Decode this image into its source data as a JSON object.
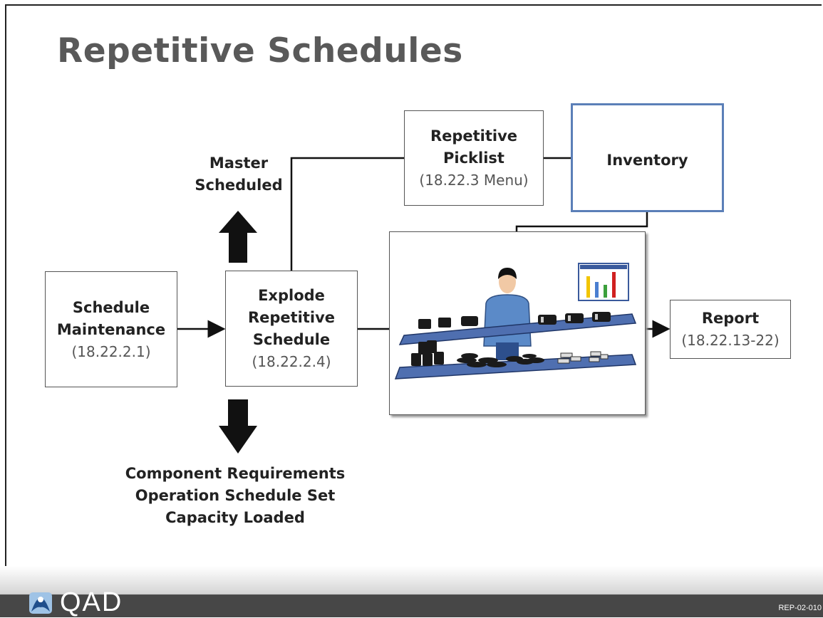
{
  "title": "Repetitive Schedules",
  "boxes": {
    "schedule_maintenance": {
      "label_1": "Schedule",
      "label_2": "Maintenance",
      "code": "(18.22.2.1)"
    },
    "explode": {
      "label_1": "Explode",
      "label_2": "Repetitive",
      "label_3": "Schedule",
      "code": "(18.22.2.4)"
    },
    "picklist": {
      "label_1": "Repetitive",
      "label_2": "Picklist",
      "code": "(18.22.3 Menu)"
    },
    "inventory": {
      "label": "Inventory",
      "border_color": "#5b7fb8"
    },
    "report": {
      "label": "Report",
      "code": "(18.22.13-22)"
    }
  },
  "master_scheduled": {
    "line_1": "Master",
    "line_2": "Scheduled"
  },
  "outcomes": [
    "Component Requirements",
    "Operation Schedule Set",
    "Capacity Loaded"
  ],
  "footer": {
    "brand": "QAD",
    "slide_code": "REP-02-010"
  },
  "colors": {
    "shelf": "#4f6fb0",
    "title": "#595959"
  }
}
